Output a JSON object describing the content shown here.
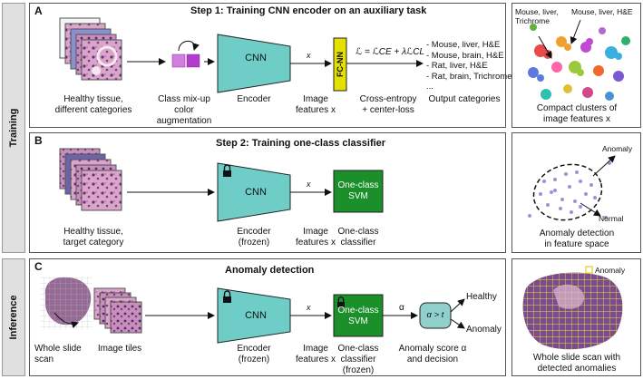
{
  "sidebar": {
    "training": "Training",
    "inference": "Inference"
  },
  "panel_a": {
    "letter": "A",
    "title": "Step 1: Training CNN encoder on an auxiliary task",
    "cnn": "CNN",
    "fcnn": "FC-NN",
    "xi": "x",
    "loss_formula": "ℒ = ℒCE + λℒCL",
    "output_list": [
      "- Mouse, liver, H&E",
      "- Mouse, brain, H&E",
      "- Rat, liver, H&E",
      "- Rat, brain, Trichrome",
      "..."
    ],
    "labels": {
      "tissue": "Healthy tissue,\ndifferent categories",
      "mixup": "Class mix-up\ncolor\naugmentation",
      "encoder": "Encoder",
      "features": "Image\nfeatures x",
      "loss": "Cross-entropy\n+ center-loss",
      "outputs": "Output categories"
    }
  },
  "panel_a_right": {
    "label1": "Mouse, liver,\nTrichrome",
    "label2": "Mouse, liver, H&E",
    "caption": "Compact clusters of\nimage features x"
  },
  "panel_b": {
    "letter": "B",
    "title": "Step 2: Training one-class classifier",
    "cnn": "CNN",
    "svm": "One-class\nSVM",
    "xi": "x",
    "labels": {
      "tissue": "Healthy tissue,\ntarget category",
      "encoder": "Encoder\n(frozen)",
      "features": "Image\nfeatures x",
      "classifier": "One-class\nclassifier"
    }
  },
  "panel_b_right": {
    "anomaly": "Anomaly",
    "normal": "Normal",
    "caption": "Anomaly detection\nin feature space"
  },
  "panel_c": {
    "letter": "C",
    "title": "Anomaly detection",
    "cnn": "CNN",
    "svm": "One-class\nSVM",
    "xi": "x",
    "alpha": "α",
    "decision": "α > t",
    "healthy": "Healthy",
    "anomaly": "Anomaly",
    "labels": {
      "wsi": "Whole slide\nscan",
      "tiles": "Image tiles",
      "encoder": "Encoder\n(frozen)",
      "features": "Image\nfeatures x",
      "classifier": "One-class\nclassifier\n(frozen)",
      "score": "Anomaly score α\nand decision"
    }
  },
  "panel_c_right": {
    "legend": "Anomaly",
    "caption": "Whole slide scan with\ndetected anomalies"
  },
  "colors": {
    "cnn": "#6fcdc8",
    "fcnn": "#e4e000",
    "svm": "#1a8f2a",
    "mix": "#c04bd0",
    "decision": "#8fd0cc",
    "anomaly_grid": "#e8d84a"
  }
}
